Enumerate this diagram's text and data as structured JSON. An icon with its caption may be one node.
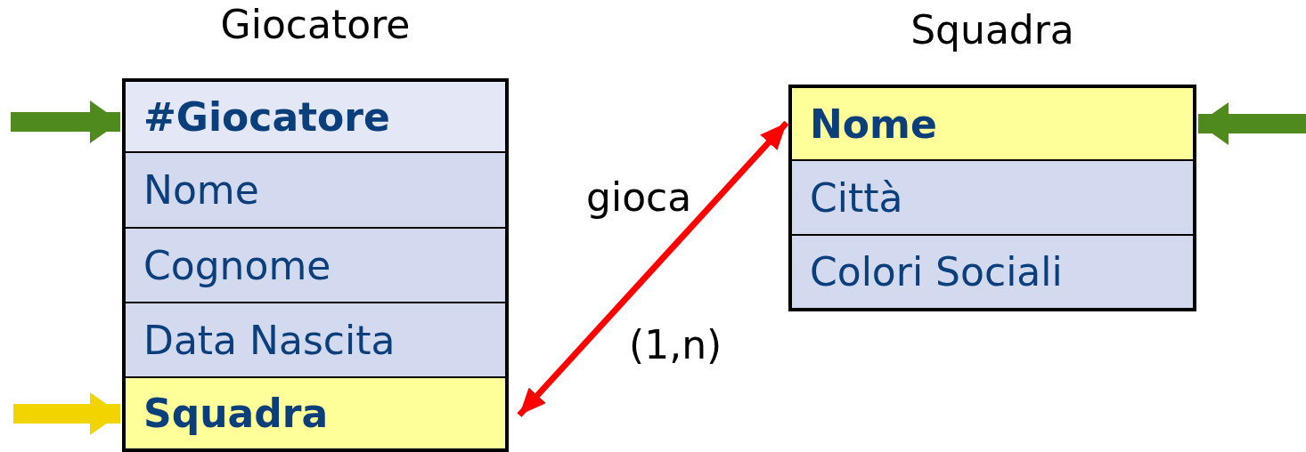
{
  "diagram": {
    "nodes": [
      {
        "text": [
          "Giocatore"
        ]
      },
      {
        "text": [
          "#Giocatore"
        ],
        "in": 0
      },
      {
        "text": [
          "Nome"
        ],
        "in": 0
      },
      {
        "text": [
          "Cognome"
        ],
        "in": 0
      },
      {
        "text": [
          "Data Nascita"
        ],
        "in": 0
      },
      {
        "text": [
          "Squadra"
        ],
        "in": 0
      },
      {
        "text": [
          "Squadra"
        ]
      },
      {
        "text": [
          "Nome"
        ],
        "in": 6
      },
      {
        "text": [
          "Città"
        ],
        "in": 6
      },
      {
        "text": [
          "Colori Sociali"
        ],
        "in": 6
      }
    ],
    "edges": [
      {
        "from": 5,
        "to": 7,
        "arrow": "both",
        "label": "gioca",
        "color": "#ff0000"
      },
      {
        "from": null,
        "to": 1,
        "arrow": "to",
        "color": "#4e8a1e"
      },
      {
        "from": null,
        "to": 7,
        "arrow": "to",
        "color": "#4e8a1e"
      },
      {
        "from": null,
        "to": 5,
        "arrow": "to",
        "color": "#f2d400"
      }
    ],
    "labels": [
      "(1,n)"
    ]
  }
}
